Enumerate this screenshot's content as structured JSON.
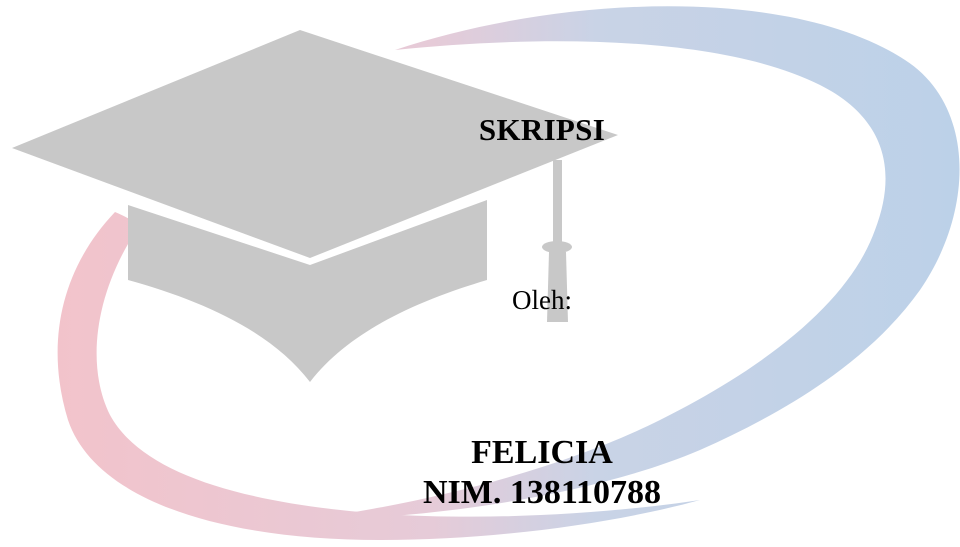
{
  "document": {
    "title": "SKRIPSI",
    "by_label": "Oleh:",
    "author_name": "FELICIA",
    "student_id": "NIM. 138110788"
  },
  "decorations": {
    "logo_icon": "graduation-cap-icon",
    "swoosh_icon": "ring-swoosh-icon",
    "colors": {
      "cap": "#c8c8c8",
      "swoosh_left": "#f2c4cc",
      "swoosh_mid": "#d9cde0",
      "swoosh_right": "#bcd1e8"
    }
  }
}
